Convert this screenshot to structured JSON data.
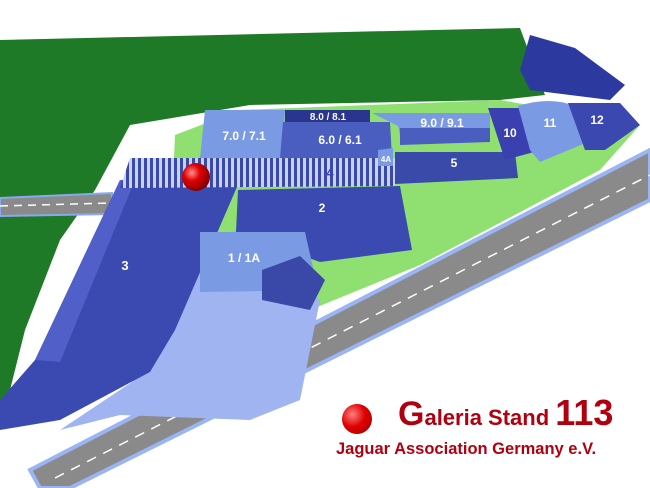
{
  "map": {
    "halls": [
      {
        "id": "3",
        "label": "3"
      },
      {
        "id": "7",
        "label": "7.0 / 7.1"
      },
      {
        "id": "8",
        "label": "8.0 / 8.1"
      },
      {
        "id": "6",
        "label": "6.0 / 6.1"
      },
      {
        "id": "4",
        "label": "4"
      },
      {
        "id": "4a",
        "label": "4A"
      },
      {
        "id": "9",
        "label": "9.0 / 9.1"
      },
      {
        "id": "5",
        "label": "5"
      },
      {
        "id": "10",
        "label": "10"
      },
      {
        "id": "11",
        "label": "11"
      },
      {
        "id": "12",
        "label": "12"
      },
      {
        "id": "2",
        "label": "2"
      },
      {
        "id": "1",
        "label": "1 / 1A"
      }
    ],
    "marker_color": "#e00000"
  },
  "legend": {
    "g_letter": "G",
    "title_rest": "aleria Stand ",
    "stand_number": "113",
    "subtitle": "Jaguar Association Germany e.V.",
    "color": "#b00010"
  }
}
